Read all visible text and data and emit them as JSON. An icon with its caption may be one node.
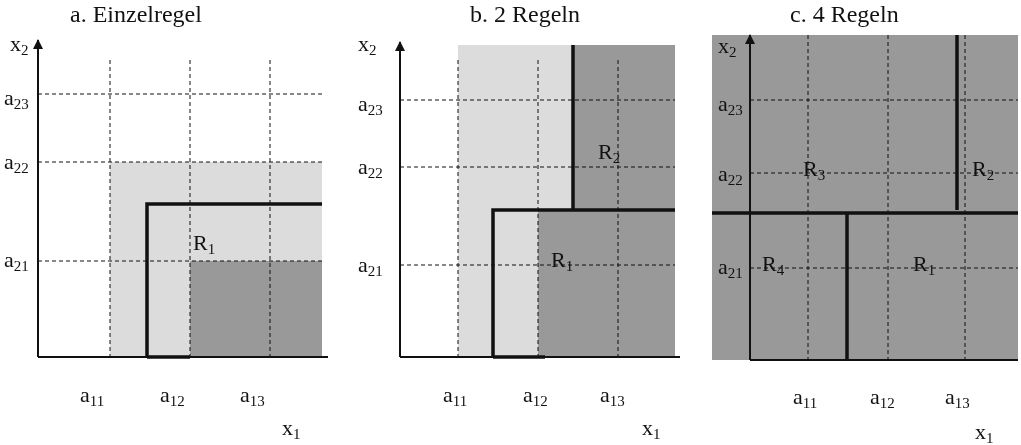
{
  "diagram": {
    "labels": [
      "a. Einzelregel",
      "x$_{2}$",
      "a$_{23}$",
      "a$_{22}$",
      "R$_{1}$",
      "a$_{21}$",
      "a$_{11}$",
      "a$_{12}$",
      "a$_{13}$",
      "x$_{1}$",
      "b. 2 Regeln",
      "x$_{2}$",
      "a$_{23}$",
      "R$_{2}$",
      "a$_{22}$",
      "R$_{1}$",
      "a$_{21}$",
      "a$_{11}$",
      "a$_{12}$",
      "a$_{13}$",
      "x$_{1}$",
      "c. 4 Regeln",
      "x$_{2}$",
      "a$_{23}$",
      "R$_{3}$",
      "R$_{2}$",
      "a$_{22}$",
      "R$_{4}$",
      "R$_{1}$",
      "a$_{21}$",
      "a$_{11}$",
      "a$_{12}$",
      "a$_{13}$",
      "x$_{1}$"
    ]
  }
}
